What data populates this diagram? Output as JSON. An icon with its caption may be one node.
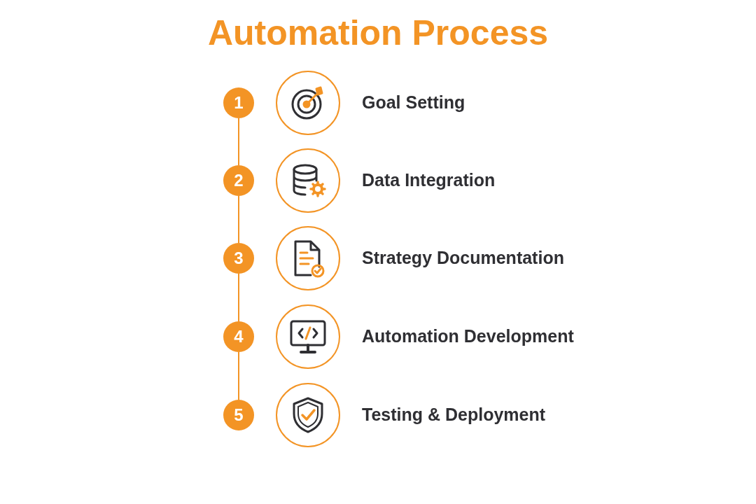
{
  "diagram": {
    "title": "Automation Process",
    "nodes": [
      {
        "text": [
          "1"
        ]
      },
      {
        "text": [
          "2"
        ]
      },
      {
        "text": [
          "3"
        ]
      },
      {
        "text": [
          "4"
        ]
      },
      {
        "text": [
          "5"
        ]
      },
      {
        "text": [],
        "shape": "circle",
        "beside": [
          "Goal Setting"
        ]
      },
      {
        "text": [],
        "shape": "circle",
        "beside": [
          "Data Integration"
        ]
      },
      {
        "text": [],
        "shape": "circle",
        "beside": [
          "Strategy Documentation"
        ]
      },
      {
        "text": [],
        "shape": "circle",
        "beside": [
          "Automation Development"
        ]
      },
      {
        "text": [],
        "shape": "circle",
        "beside": [
          "Testing & Deployment"
        ]
      }
    ],
    "edges": [
      {
        "from": 0,
        "to": 1,
        "arrow": "none"
      },
      {
        "from": 1,
        "to": 2,
        "arrow": "none"
      },
      {
        "from": 2,
        "to": 3,
        "arrow": "none"
      },
      {
        "from": 3,
        "to": 4,
        "arrow": "none"
      }
    ]
  }
}
